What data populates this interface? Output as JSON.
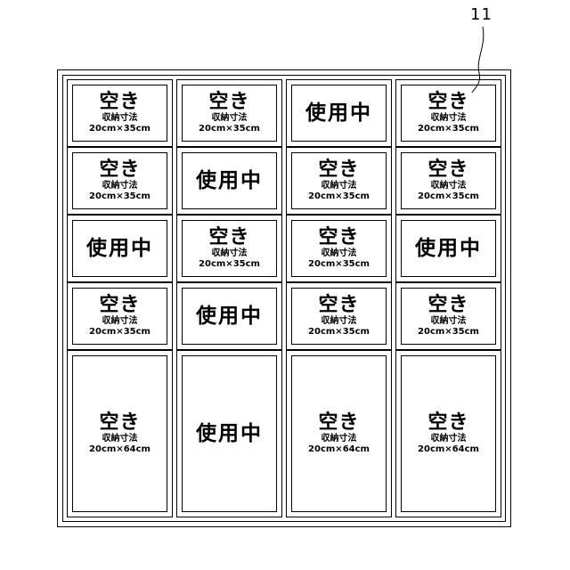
{
  "reference_label": "11",
  "cells": [
    {
      "status": "空き",
      "label": "収納寸法",
      "dims": "20cm×35cm"
    },
    {
      "status": "空き",
      "label": "収納寸法",
      "dims": "20cm×35cm"
    },
    {
      "status": "使用中"
    },
    {
      "status": "空き",
      "label": "収納寸法",
      "dims": "20cm×35cm"
    },
    {
      "status": "空き",
      "label": "収納寸法",
      "dims": "20cm×35cm"
    },
    {
      "status": "使用中"
    },
    {
      "status": "空き",
      "label": "収納寸法",
      "dims": "20cm×35cm"
    },
    {
      "status": "空き",
      "label": "収納寸法",
      "dims": "20cm×35cm"
    },
    {
      "status": "使用中"
    },
    {
      "status": "空き",
      "label": "収納寸法",
      "dims": "20cm×35cm"
    },
    {
      "status": "空き",
      "label": "収納寸法",
      "dims": "20cm×35cm"
    },
    {
      "status": "使用中"
    },
    {
      "status": "空き",
      "label": "収納寸法",
      "dims": "20cm×35cm"
    },
    {
      "status": "使用中"
    },
    {
      "status": "空き",
      "label": "収納寸法",
      "dims": "20cm×35cm"
    },
    {
      "status": "空き",
      "label": "収納寸法",
      "dims": "20cm×35cm"
    },
    {
      "status": "空き",
      "label": "収納寸法",
      "dims": "20cm×64cm"
    },
    {
      "status": "使用中"
    },
    {
      "status": "空き",
      "label": "収納寸法",
      "dims": "20cm×64cm"
    },
    {
      "status": "空き",
      "label": "収納寸法",
      "dims": "20cm×64cm"
    }
  ]
}
